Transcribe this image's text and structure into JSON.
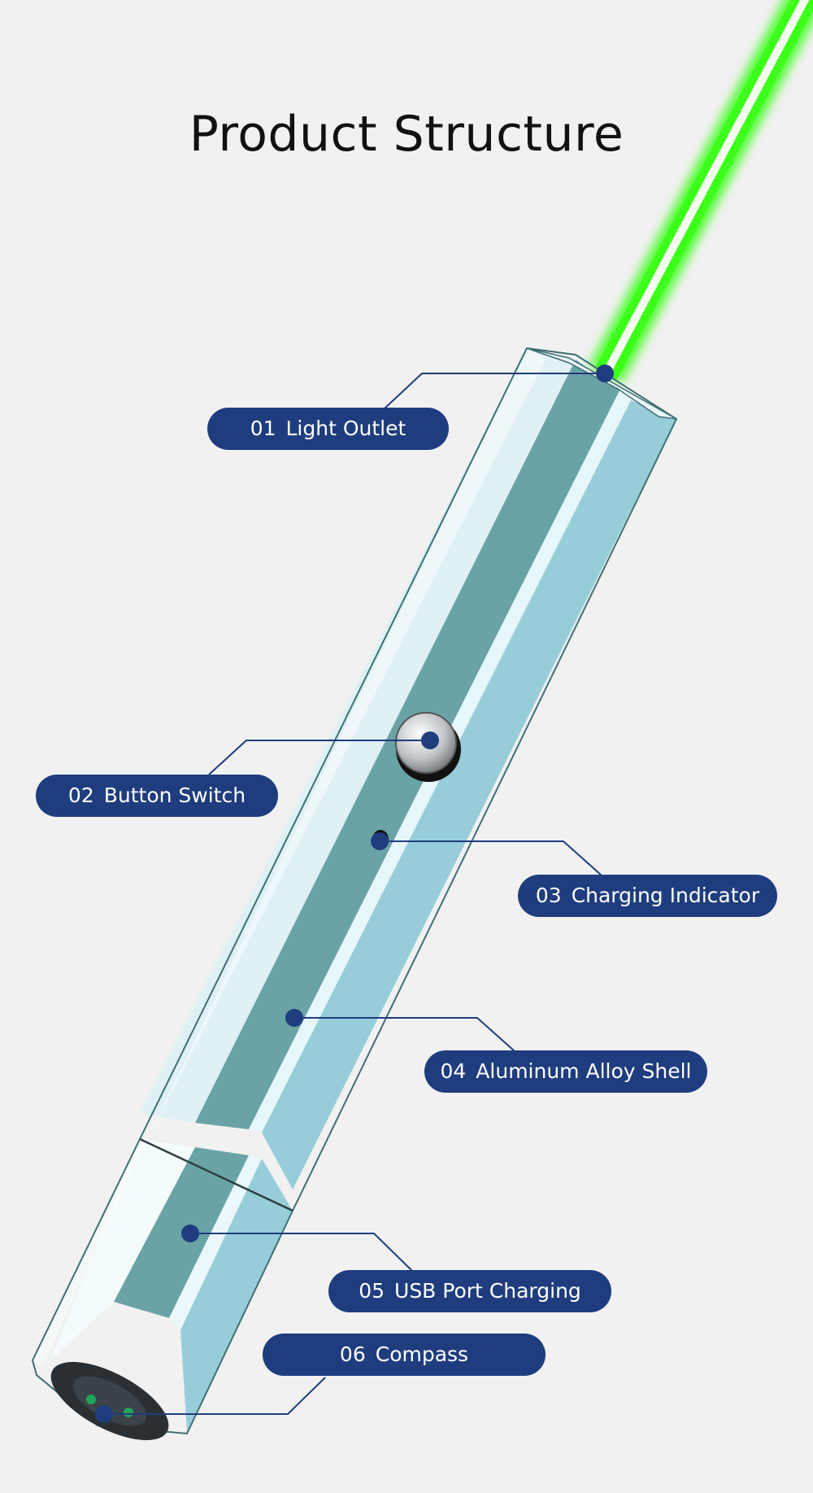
{
  "title": "Product Structure",
  "colors": {
    "background": "#f1f1f1",
    "label_fill": "#1f3d7e",
    "label_text": "#ffffff",
    "leader_line": "#1f3d7e",
    "laser_beam": "#39ff14",
    "body_dark": "#5f9798",
    "body_light": "#d8eef2"
  },
  "labels": [
    {
      "number": "01",
      "text": "Light Outlet"
    },
    {
      "number": "02",
      "text": "Button Switch"
    },
    {
      "number": "03",
      "text": "Charging Indicator"
    },
    {
      "number": "04",
      "text": "Aluminum Alloy Shell"
    },
    {
      "number": "05",
      "text": "USB Port Charging"
    },
    {
      "number": "06",
      "text": "Compass"
    }
  ]
}
